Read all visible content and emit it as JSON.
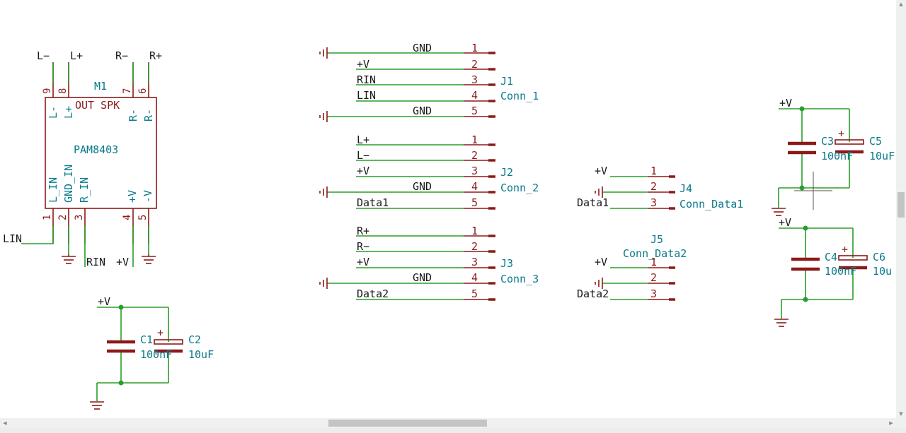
{
  "colors": {
    "wire": "#2a9d2a",
    "symbol": "#8b1a1a",
    "reference": "#0a7a8a",
    "net_label": "#1a1a1a",
    "background": "#ffffff"
  },
  "module": {
    "ref": "M1",
    "value": "PAM8403",
    "out_label": "OUT SPK",
    "top_pins": [
      {
        "num": "9",
        "name": "L-",
        "net": "L−"
      },
      {
        "num": "8",
        "name": "L+",
        "net": "L+"
      },
      {
        "num": "7",
        "name": "R-",
        "net": "R−"
      },
      {
        "num": "6",
        "name": "R-",
        "net": "R+"
      }
    ],
    "bottom_pins": [
      {
        "num": "1",
        "name": "L_IN"
      },
      {
        "num": "2",
        "name": "GND_IN"
      },
      {
        "num": "3",
        "name": "R_IN"
      },
      {
        "num": "4",
        "name": "+V"
      },
      {
        "num": "5",
        "name": "-V"
      }
    ],
    "net_lin": "LIN",
    "net_rin": "RIN",
    "net_v": "+V"
  },
  "connectors": [
    {
      "ref": "J1",
      "value": "Conn_1",
      "pins": [
        {
          "num": "1",
          "net": "GND"
        },
        {
          "num": "2",
          "net": "+V"
        },
        {
          "num": "3",
          "net": "RIN"
        },
        {
          "num": "4",
          "net": "LIN"
        },
        {
          "num": "5",
          "net": "GND"
        }
      ]
    },
    {
      "ref": "J2",
      "value": "Conn_2",
      "pins": [
        {
          "num": "1",
          "net": "L+"
        },
        {
          "num": "2",
          "net": "L−"
        },
        {
          "num": "3",
          "net": "+V"
        },
        {
          "num": "4",
          "net": "GND"
        },
        {
          "num": "5",
          "net": "Data1"
        }
      ]
    },
    {
      "ref": "J3",
      "value": "Conn_3",
      "pins": [
        {
          "num": "1",
          "net": "R+"
        },
        {
          "num": "2",
          "net": "R−"
        },
        {
          "num": "3",
          "net": "+V"
        },
        {
          "num": "4",
          "net": "GND"
        },
        {
          "num": "5",
          "net": "Data2"
        }
      ]
    },
    {
      "ref": "J4",
      "value": "Conn_Data1",
      "pins": [
        {
          "num": "1",
          "net": "+V"
        },
        {
          "num": "2",
          "net": ""
        },
        {
          "num": "3",
          "net": "Data1"
        }
      ]
    },
    {
      "ref": "J5",
      "value": "Conn_Data2",
      "pins": [
        {
          "num": "1",
          "net": "+V"
        },
        {
          "num": "2",
          "net": ""
        },
        {
          "num": "3",
          "net": "Data2"
        }
      ]
    }
  ],
  "cap_groups": [
    {
      "net": "+V",
      "ceramic": {
        "ref": "C1",
        "value": "100nF"
      },
      "electrolytic": {
        "ref": "C2",
        "value": "10uF"
      }
    },
    {
      "net": "+V",
      "ceramic": {
        "ref": "C3",
        "value": "100nF"
      },
      "electrolytic": {
        "ref": "C5",
        "value": "10uF"
      }
    },
    {
      "net": "+V",
      "ceramic": {
        "ref": "C4",
        "value": "100nF"
      },
      "electrolytic": {
        "ref": "C6",
        "value": "10u"
      }
    }
  ],
  "polarity_mark": "+",
  "scroll": {
    "up": "▲",
    "down": "▼",
    "left": "◀",
    "right": "▶"
  }
}
